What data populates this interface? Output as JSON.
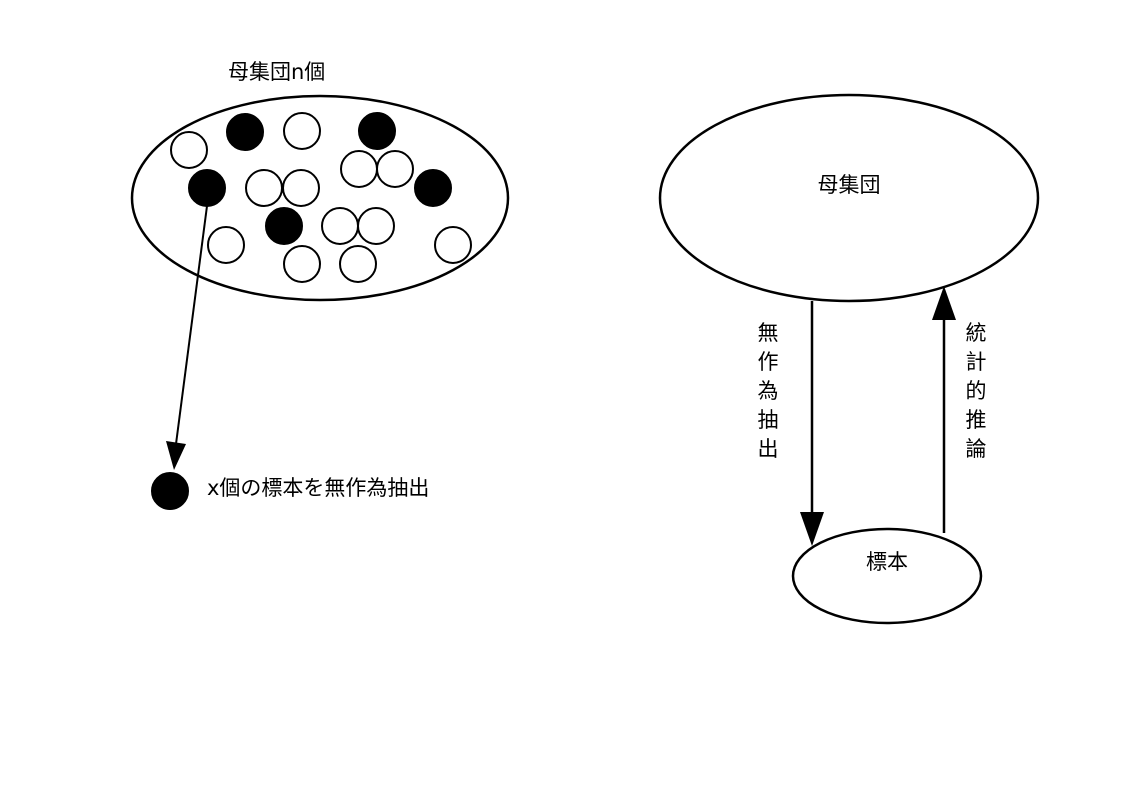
{
  "left": {
    "title": "母集団n個",
    "sample_caption": "x個の標本を無作為抽出"
  },
  "right": {
    "population_label": "母集団",
    "sample_label": "標本",
    "down_arrow_label": "無作為抽出",
    "up_arrow_label": "統計的推論"
  },
  "colors": {
    "stroke": "#000000",
    "filled_dot": "#000000",
    "empty_dot": "#ffffff",
    "background": "#ffffff"
  }
}
